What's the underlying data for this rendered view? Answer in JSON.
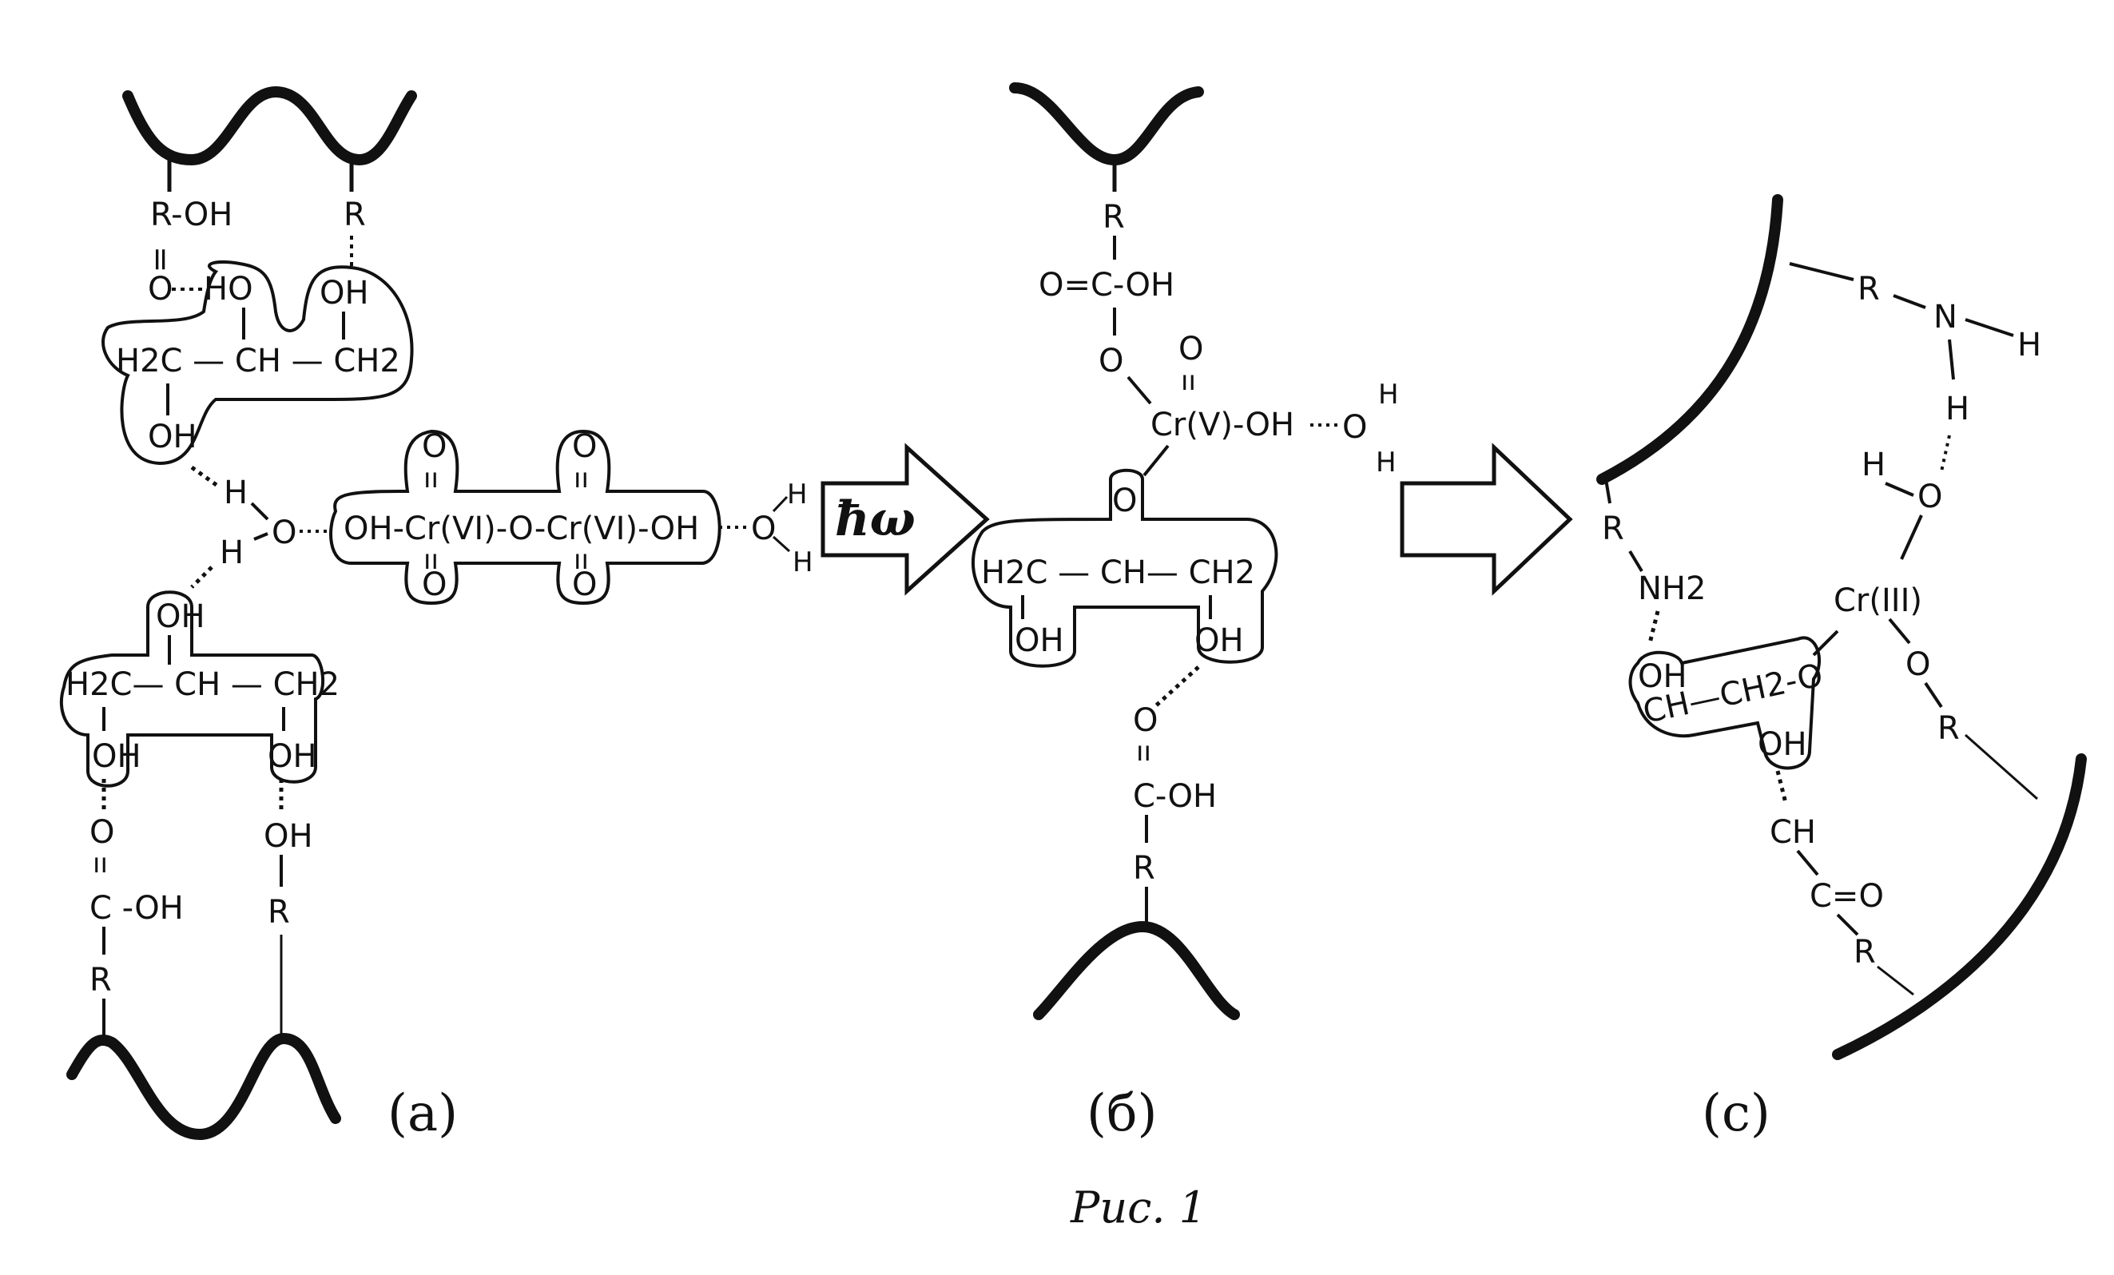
{
  "diagram": {
    "caption": "Рис. 1",
    "arrow_label": "ħω",
    "panels": [
      {
        "label": "(a)"
      },
      {
        "label": "(б)"
      },
      {
        "label": "(c)"
      }
    ],
    "panel_a": {
      "top_left_group": "R-OH",
      "top_right_group": "R",
      "carbonyl_o": "O",
      "double_bond": "=",
      "glycerol_top": {
        "oh1": "HO",
        "oh2": "OH",
        "chain": "H2C — CH — CH2",
        "oh3": "OH"
      },
      "water_center": {
        "h1": "H",
        "o": "O",
        "h2": "H"
      },
      "dichromate": "OH-Cr(VI)-O-Cr(VI)-OH",
      "cr_oxygens": [
        "O",
        "O",
        "O",
        "O"
      ],
      "water_right": {
        "o": "O",
        "h1": "H",
        "h2": "H"
      },
      "glycerol_bottom": {
        "oh_top": "OH",
        "chain": "H2C— CH — CH2",
        "oh_left": "OH",
        "oh_right": "OH"
      },
      "bottom_left_groups": [
        "O",
        "C -OH",
        "R"
      ],
      "bottom_right_groups": [
        "OH",
        "R"
      ]
    },
    "panel_b": {
      "top_group": "R",
      "carboxyl": "O=C-OH",
      "ester_o": "O",
      "cr_oxo": "O",
      "chromium": "Cr(V)-OH",
      "water": {
        "o": "O",
        "h1": "H",
        "h2": "H"
      },
      "bridge_o": "O",
      "glycerol": {
        "chain": "H2C — CH— CH2",
        "oh_left": "OH",
        "oh_right": "OH"
      },
      "bottom_groups": [
        "O",
        "C-OH",
        "R"
      ]
    },
    "panel_c": {
      "amine_top": {
        "r": "R",
        "n": "N",
        "h1": "H",
        "h2": "H"
      },
      "water_o": "O",
      "water_h": "H",
      "chromium": "Cr(III)",
      "amine_left": {
        "r": "R",
        "nh2": "NH2"
      },
      "glycerol": {
        "oh_top": "OH",
        "chain": "CH—CH2-O",
        "oh_bottom": "OH"
      },
      "ester_right": {
        "o": "O",
        "r": "R"
      },
      "carbonyl_chain": {
        "ch": "CH",
        "c": "C=O",
        "r": "R"
      }
    }
  }
}
